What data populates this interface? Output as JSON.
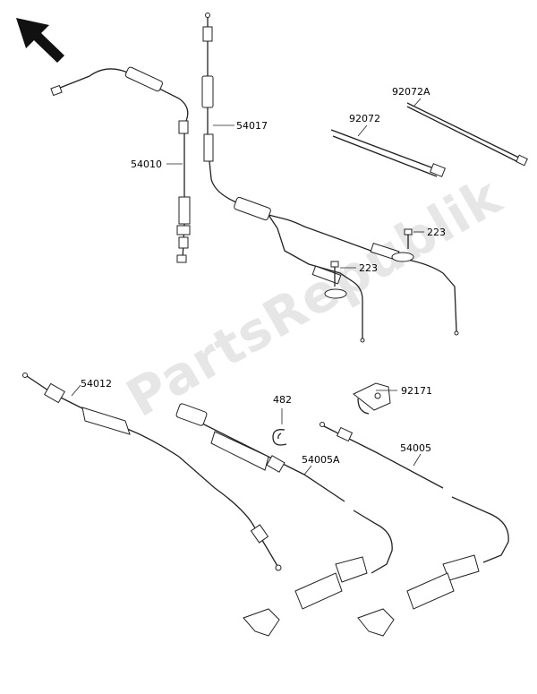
{
  "watermark": "PartsRepublik",
  "labels": {
    "p54010": "54010",
    "p54017": "54017",
    "p92072A": "92072A",
    "p92072": "92072",
    "p223a": "223",
    "p223b": "223",
    "p54012": "54012",
    "p482": "482",
    "p92171": "92171",
    "p54005A": "54005A",
    "p54005": "54005"
  },
  "colors": {
    "line": "#222222",
    "watermark": "#c8c8c8"
  },
  "icons": {
    "orientation": "arrow-up-left-icon"
  }
}
